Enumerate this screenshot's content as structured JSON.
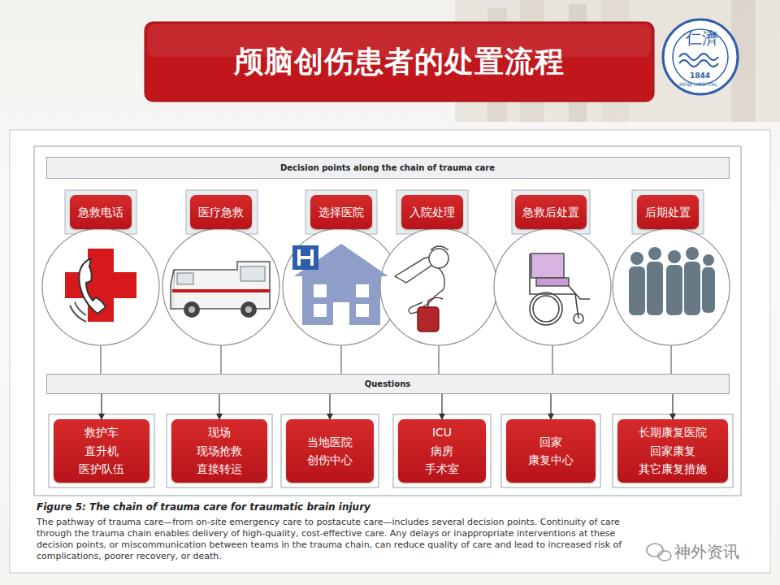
{
  "diagram": {
    "title": "颅脑创伤患者的处置流程",
    "caption": "Figure 5: The chain of trauma care for traumatic brain injury",
    "nodes": [
      {
        "text": [
          "Decision points along the chain of trauma care"
        ]
      },
      {
        "text": [
          "急救电话"
        ]
      },
      {
        "text": [
          "医疗急救"
        ]
      },
      {
        "text": [
          "选择医院"
        ]
      },
      {
        "text": [
          "入院处理"
        ]
      },
      {
        "text": [
          "急救后处置"
        ]
      },
      {
        "text": [
          "后期处置"
        ]
      },
      {
        "text": [
          "Questions"
        ]
      },
      {
        "text": [
          "救护车",
          "直升机",
          "医护队伍"
        ]
      },
      {
        "text": [
          "现场",
          "现场抢救",
          "直接转运"
        ]
      },
      {
        "text": [
          "当地医院",
          "创伤中心"
        ]
      },
      {
        "text": [
          "ICU",
          "病房",
          "手术室"
        ]
      },
      {
        "text": [
          "回家",
          "康复中心"
        ]
      },
      {
        "text": [
          "长期康复医院",
          "回家康复",
          "其它康复措施"
        ]
      }
    ],
    "edges": [
      {
        "from": 7,
        "to": 8,
        "arrow": "to"
      },
      {
        "from": 7,
        "to": 9,
        "arrow": "to"
      },
      {
        "from": 7,
        "to": 10,
        "arrow": "to"
      },
      {
        "from": 7,
        "to": 11,
        "arrow": "to"
      },
      {
        "from": 7,
        "to": 12,
        "arrow": "to"
      },
      {
        "from": 7,
        "to": 13,
        "arrow": "to"
      }
    ],
    "labels": [
      "The pathway of trauma care—from on-site emergency care to postacute care—includes several decision points. Continuity of care through the trauma chain enables delivery of high-quality, cost-effective care. Any delays or inappropriate interventions at these decision points, or miscommunication between teams in the trauma chain, can reduce quality of care and lead to increased risk of complications, poorer recovery, or death.",
      "神外资讯",
      "仁濟",
      "1844",
      "RENJI HOSPITAL"
    ]
  }
}
